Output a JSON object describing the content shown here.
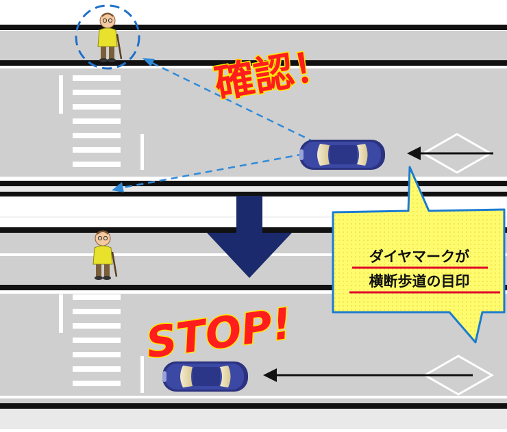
{
  "top_scene": {
    "callout_text": "確認！"
  },
  "bottom_scene": {
    "callout_text": "STOP!"
  },
  "speech_bubble": {
    "line1": "ダイヤマークが",
    "line2": "横断歩道の目印",
    "fill_color": "#fffb6e",
    "border_color": "#1b7bd0",
    "underline_color": "#e0002a"
  },
  "colors": {
    "road": "#cfcfcf",
    "road_edge": "#111111",
    "lane_marking": "#ffffff",
    "car_body": "#2b3380",
    "big_arrow": "#1a2a6c",
    "callout_fill": "#ff1d1d",
    "callout_outline": "#ffe600",
    "sight_line": "#2f8ad8"
  },
  "icons": [
    "pedestrian-icon",
    "car-icon",
    "diamond-mark-icon",
    "direction-arrow-icon",
    "down-arrow-icon"
  ]
}
